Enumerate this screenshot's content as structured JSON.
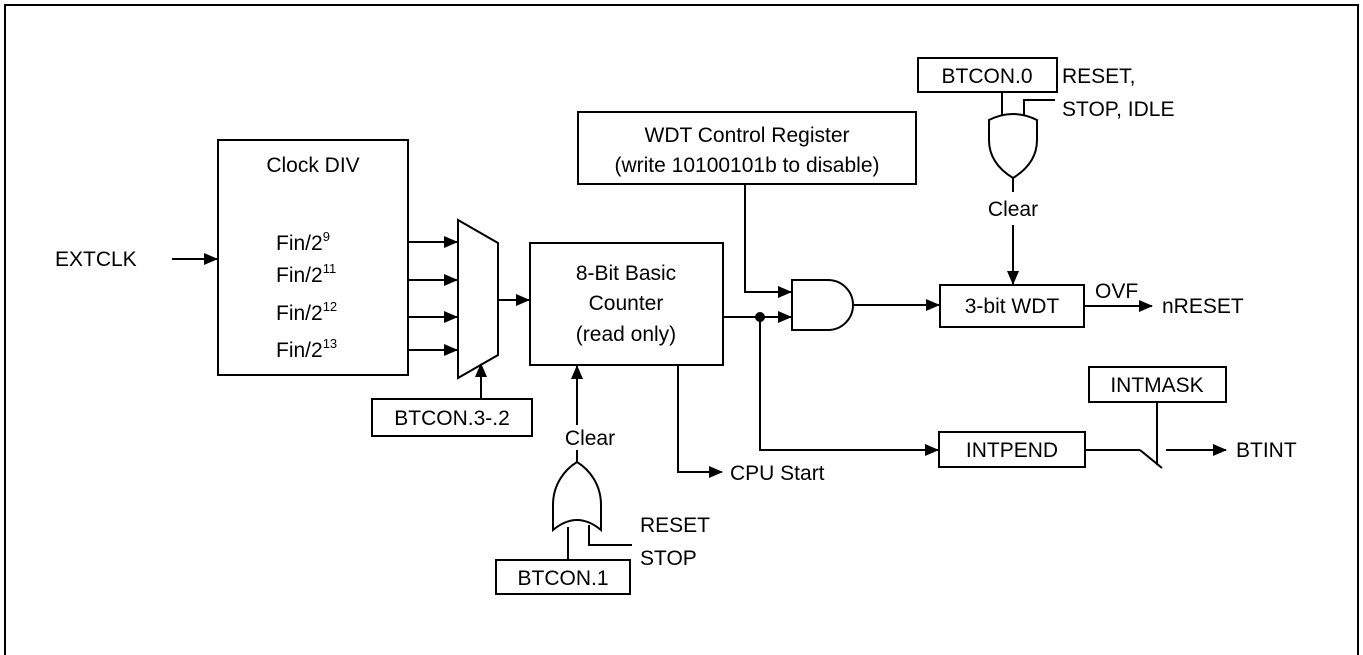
{
  "blocks": {
    "clock_div": {
      "title": "Clock DIV",
      "taps": [
        {
          "base": "Fin/2",
          "exp": "9"
        },
        {
          "base": "Fin/2",
          "exp": "11"
        },
        {
          "base": "Fin/2",
          "exp": "12"
        },
        {
          "base": "Fin/2",
          "exp": "13"
        }
      ]
    },
    "counter": {
      "line1": "8-Bit Basic",
      "line2": "Counter",
      "line3": "(read only)"
    },
    "wdt_control": {
      "line1": "WDT Control Register",
      "line2": "(write 10100101b to disable)"
    },
    "wdt": {
      "label": "3-bit WDT"
    },
    "intpend": {
      "label": "INTPEND"
    },
    "intmask": {
      "label": "INTMASK"
    },
    "btcon_32": {
      "label": "BTCON.3-.2"
    },
    "btcon_1": {
      "label": "BTCON.1"
    },
    "btcon_0": {
      "label": "BTCON.0"
    }
  },
  "signals": {
    "extclk": "EXTCLK",
    "clear_counter": "Clear",
    "clear_wdt": "Clear",
    "reset_stop_line1": "RESET",
    "reset_stop_line2": "STOP",
    "reset_stop_idle_line1": "RESET,",
    "reset_stop_idle_line2": "STOP, IDLE",
    "cpu_start": "CPU Start",
    "ovf": "OVF",
    "nreset": "nRESET",
    "btint": "BTINT"
  }
}
